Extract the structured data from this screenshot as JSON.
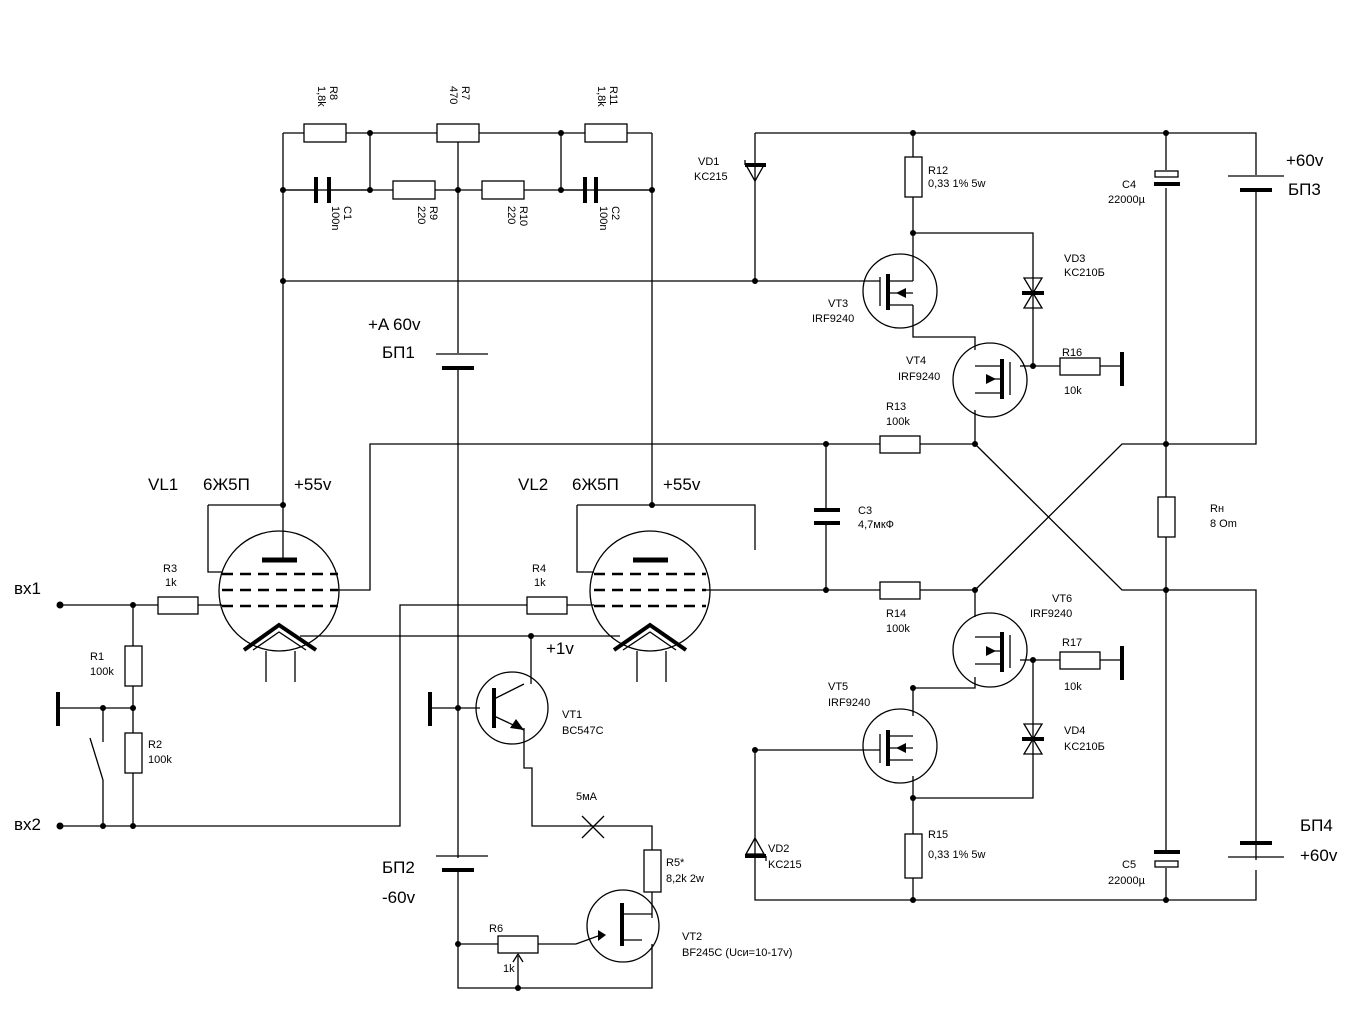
{
  "inputs": {
    "in1": "вх1",
    "in2": "вх2"
  },
  "tubes": {
    "vl1": {
      "ref": "VL1",
      "type": "6Ж5П",
      "volt": "+55v"
    },
    "vl2": {
      "ref": "VL2",
      "type": "6Ж5П",
      "volt": "+55v"
    }
  },
  "resistors": {
    "r1": {
      "ref": "R1",
      "value": "100k"
    },
    "r2": {
      "ref": "R2",
      "value": "100k"
    },
    "r3": {
      "ref": "R3",
      "value": "1k"
    },
    "r4": {
      "ref": "R4",
      "value": "1k"
    },
    "r5": {
      "ref": "R5*",
      "value": "8,2k 2w"
    },
    "r6": {
      "ref": "R6",
      "value": "1k"
    },
    "r7": {
      "ref": "R7",
      "value": "470"
    },
    "r8": {
      "ref": "R8",
      "value": "1,8k"
    },
    "r9": {
      "ref": "R9",
      "value": "220"
    },
    "r10": {
      "ref": "R10",
      "value": "220"
    },
    "r11": {
      "ref": "R11",
      "value": "1,8k"
    },
    "r12": {
      "ref": "R12",
      "value": "0,33  1%  5w"
    },
    "r13": {
      "ref": "R13",
      "value": "100k"
    },
    "r14": {
      "ref": "R14",
      "value": "100k"
    },
    "r15": {
      "ref": "R15",
      "value": "0,33  1%  5w"
    },
    "r16": {
      "ref": "R16",
      "value": "10k"
    },
    "r17": {
      "ref": "R17",
      "value": "10k"
    },
    "rn": {
      "ref": "Rн",
      "value": "8 Om"
    }
  },
  "capacitors": {
    "c1": {
      "ref": "C1",
      "value": "100n"
    },
    "c2": {
      "ref": "C2",
      "value": "100n"
    },
    "c3": {
      "ref": "C3",
      "value": "4,7мкФ"
    },
    "c4": {
      "ref": "C4",
      "value": "22000µ"
    },
    "c5": {
      "ref": "C5",
      "value": "22000µ"
    }
  },
  "diodes": {
    "vd1": {
      "ref": "VD1",
      "value": "KC215"
    },
    "vd2": {
      "ref": "VD2",
      "value": "KC215"
    },
    "vd3": {
      "ref": "VD3",
      "value": "KC210Б"
    },
    "vd4": {
      "ref": "VD4",
      "value": "KC210Б"
    }
  },
  "transistors": {
    "vt1": {
      "ref": "VT1",
      "value": "BC547C"
    },
    "vt2": {
      "ref": "VT2",
      "value": "BF245C (Uси=10-17v)"
    },
    "vt3": {
      "ref": "VT3",
      "value": "IRF9240"
    },
    "vt4": {
      "ref": "VT4",
      "value": "IRF9240"
    },
    "vt5": {
      "ref": "VT5",
      "value": "IRF9240"
    },
    "vt6": {
      "ref": "VT6",
      "value": "IRF9240"
    }
  },
  "supplies": {
    "bp1": {
      "name": "БП1",
      "volt": "+A 60v"
    },
    "bp2": {
      "name": "БП2",
      "volt": "-60v"
    },
    "bp3": {
      "name": "БП3",
      "volt": "+60v"
    },
    "bp4": {
      "name": "БП4",
      "volt": "+60v"
    }
  },
  "annotations": {
    "plus1v": "+1v",
    "current": "5мА"
  }
}
